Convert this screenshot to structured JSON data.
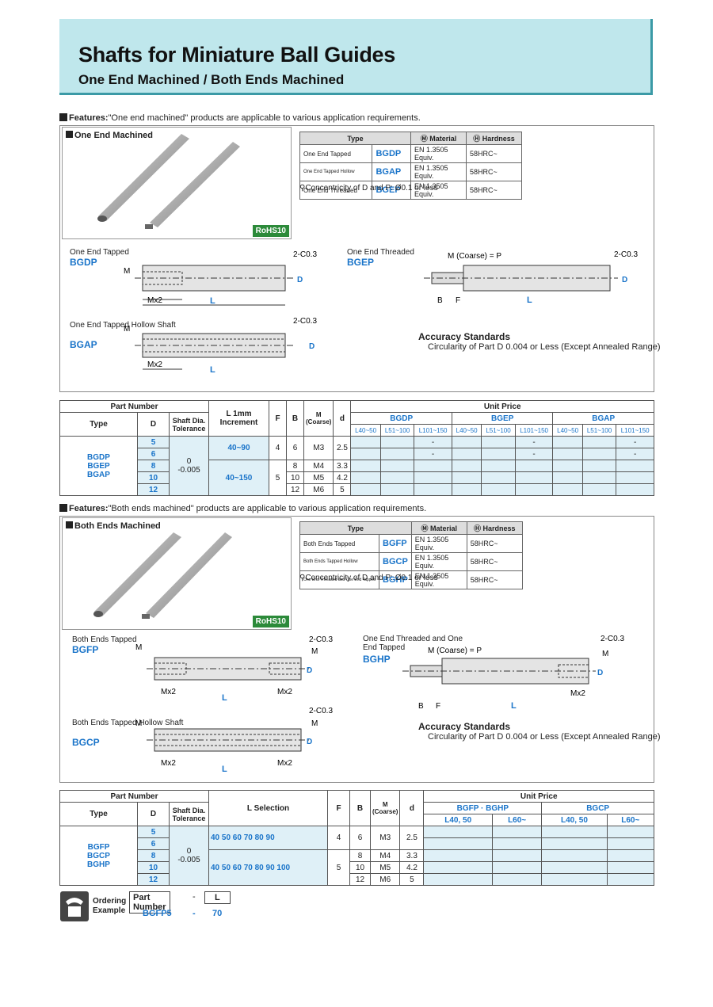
{
  "header": {
    "title": "Shafts for Miniature Ball Guides",
    "subtitle": "One End Machined / Both Ends Machined"
  },
  "section1": {
    "features_label": "Features:",
    "features_text": "\"One end machined\" products are applicable to various application requirements.",
    "image_label": "One End Machined",
    "rohs": "RoHS10",
    "spec_headers": [
      "Type",
      "Material",
      "Hardness"
    ],
    "spec_rows": [
      [
        "One End Tapped",
        "BGDP",
        "EN 1.3505 Equiv.",
        "58HRC~"
      ],
      [
        "One End Tapped Hollow",
        "BGAP",
        "EN 1.3505 Equiv.",
        "58HRC~"
      ],
      [
        "One End Threaded",
        "BGEP",
        "EN 1.3505 Equiv.",
        "58HRC~"
      ]
    ],
    "concentricity": "Concentricity of D and P: Ø0.1 or less",
    "drawings": [
      {
        "name": "One End Tapped",
        "code": "BGDP"
      },
      {
        "name": "One End Tapped Hollow Shaft",
        "code": "BGAP"
      },
      {
        "name": "One End Threaded",
        "code": "BGEP"
      }
    ],
    "accuracy_title": "Accuracy Standards",
    "accuracy_text": "Circularity of Part D    0.004 or Less (Except Annealed Range)"
  },
  "table1": {
    "part_number": "Part Number",
    "headers": [
      "Type",
      "D",
      "Shaft Dia. Tolerance",
      "L 1mm Increment",
      "F",
      "B",
      "M (Coarse)",
      "d",
      "Unit Price"
    ],
    "types": [
      "BGDP",
      "BGEP",
      "BGAP"
    ],
    "price_groups": [
      "BGDP",
      "BGEP",
      "BGAP"
    ],
    "price_cols": [
      "L40~50",
      "L51~100",
      "L101~150"
    ],
    "tolerance": [
      "0",
      "-0.005"
    ],
    "ranges": [
      "40~90",
      "40~150"
    ],
    "rows": [
      {
        "D": "5",
        "F": "4",
        "B": "6",
        "M": "M3",
        "d": "2.5"
      },
      {
        "D": "6",
        "F": "",
        "B": "",
        "M": "",
        "d": ""
      },
      {
        "D": "8",
        "F": "5",
        "B": "8",
        "M": "M4",
        "d": "3.3"
      },
      {
        "D": "10",
        "F": "",
        "B": "10",
        "M": "M5",
        "d": "4.2"
      },
      {
        "D": "12",
        "F": "",
        "B": "12",
        "M": "M6",
        "d": "5"
      }
    ]
  },
  "section2": {
    "features_label": "Features:",
    "features_text": "\"Both ends machined\" products are applicable to various application requirements.",
    "image_label": "Both Ends Machined",
    "rohs": "RoHS10",
    "spec_rows": [
      [
        "Both Ends Tapped",
        "BGFP",
        "EN 1.3505 Equiv.",
        "58HRC~"
      ],
      [
        "Both Ends Tapped Hollow",
        "BGCP",
        "EN 1.3505 Equiv.",
        "58HRC~"
      ],
      [
        "One End Threaded and One End Tapped",
        "BGHP",
        "EN 1.3505 Equiv.",
        "58HRC~"
      ]
    ],
    "concentricity": "Concentricity of D and P: Ø0.1 or less",
    "drawings": [
      {
        "name": "Both Ends Tapped",
        "code": "BGFP"
      },
      {
        "name": "Both Ends Tapped Hollow Shaft",
        "code": "BGCP"
      },
      {
        "name": "One End Threaded and One End Tapped",
        "code": "BGHP"
      }
    ],
    "accuracy_title": "Accuracy Standards",
    "accuracy_text": "Circularity of Part D    0.004 or Less (Except Annealed Range)"
  },
  "table2": {
    "headers": [
      "Type",
      "D",
      "Shaft Dia. Tolerance",
      "L Selection",
      "F",
      "B",
      "M (Coarse)",
      "d",
      "Unit Price"
    ],
    "types": [
      "BGFP",
      "BGCP",
      "BGHP"
    ],
    "price_groups": [
      "BGFP · BGHP",
      "BGCP"
    ],
    "price_cols": [
      "L40, 50",
      "L60~"
    ],
    "selection_a": "40  50  60  70  80  90",
    "selection_b": "40  50  60  70  80  90  100",
    "rows": [
      {
        "D": "5",
        "F": "4",
        "B": "6",
        "M": "M3",
        "d": "2.5"
      },
      {
        "D": "6",
        "F": "",
        "B": "",
        "M": "",
        "d": ""
      },
      {
        "D": "8",
        "F": "5",
        "B": "8",
        "M": "M4",
        "d": "3.3"
      },
      {
        "D": "10",
        "F": "",
        "B": "10",
        "M": "M5",
        "d": "4.2"
      },
      {
        "D": "12",
        "F": "",
        "B": "12",
        "M": "M6",
        "d": "5"
      }
    ]
  },
  "ordering": {
    "label": "Ordering Example",
    "pn_label": "Part Number",
    "dash": "-",
    "l_label": "L",
    "pn": "BGFP5",
    "l": "70"
  }
}
